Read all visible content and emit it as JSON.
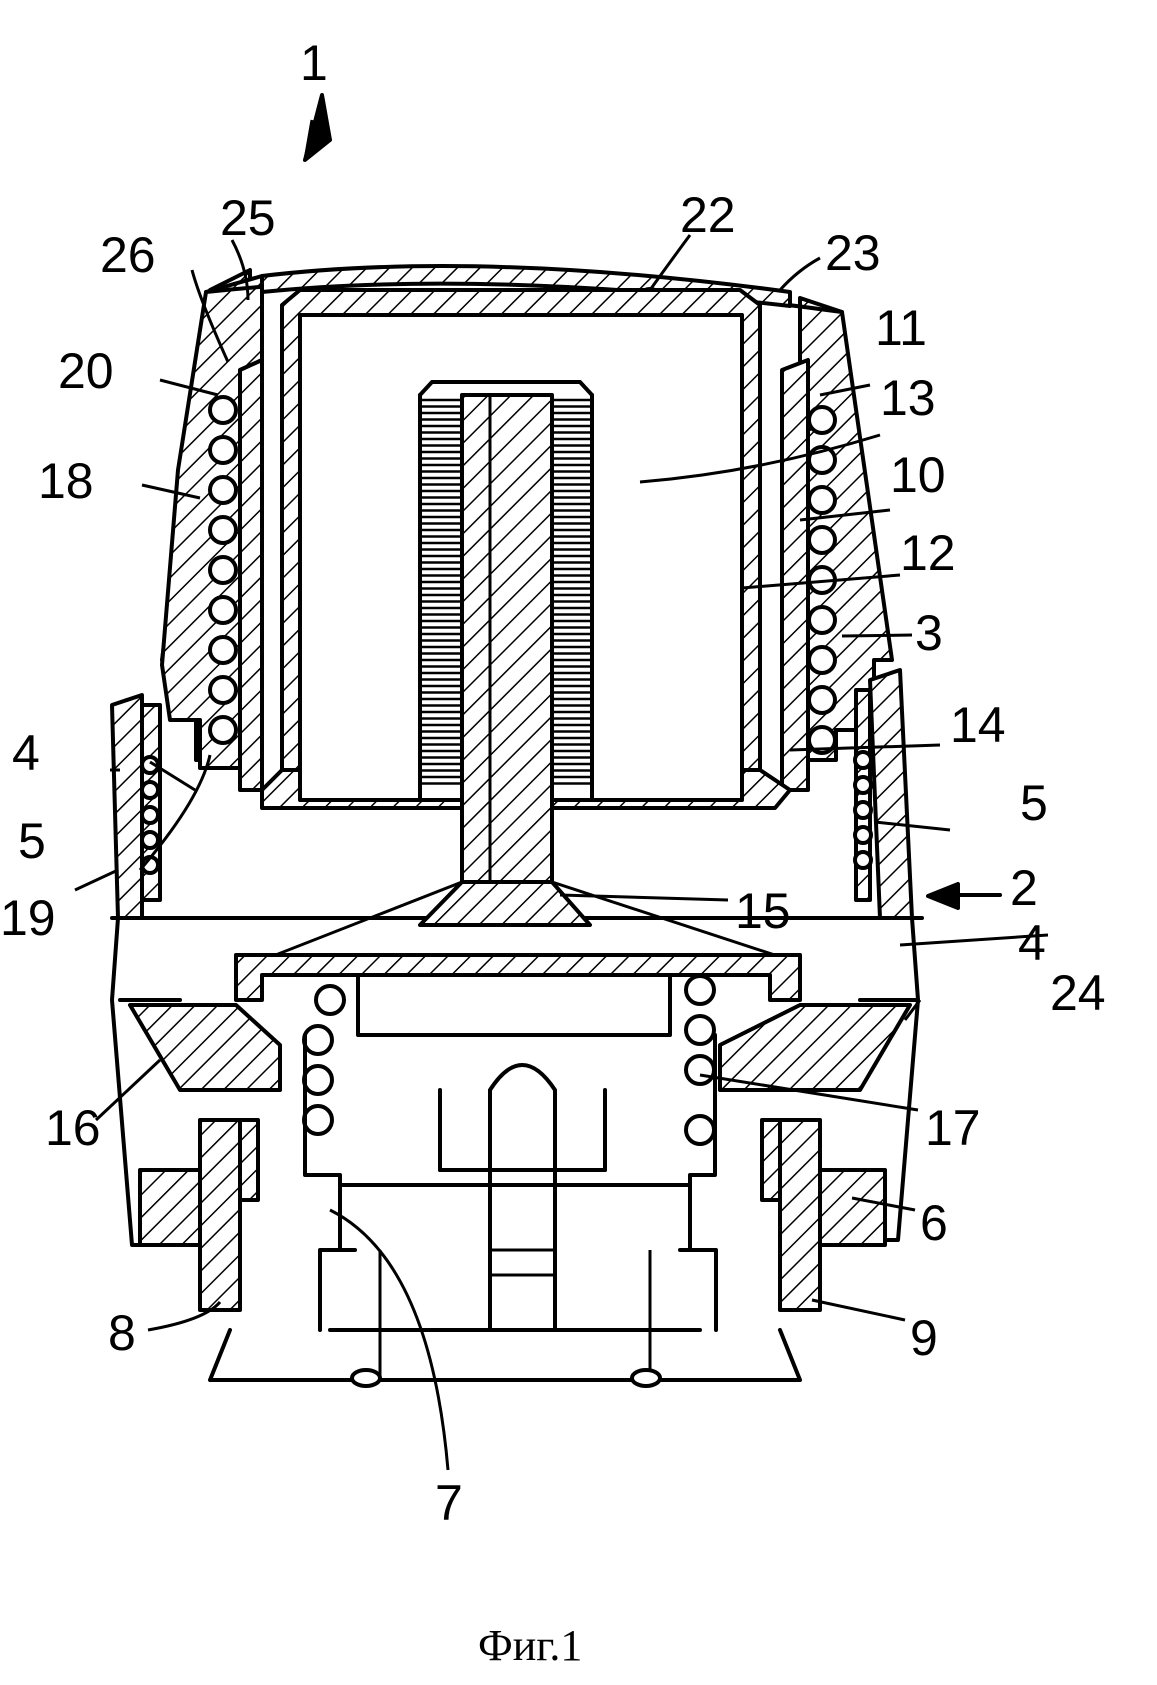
{
  "caption": "Фиг.1",
  "labels": {
    "l1": "1",
    "l2": "2",
    "l3": "3",
    "l4a": "4",
    "l4b": "4",
    "l5a": "5",
    "l5b": "5",
    "l6": "6",
    "l7": "7",
    "l8": "8",
    "l9": "9",
    "l10": "10",
    "l11": "11",
    "l12": "12",
    "l13": "13",
    "l14": "14",
    "l15": "15",
    "l16": "16",
    "l17": "17",
    "l18": "18",
    "l19": "19",
    "l20": "20",
    "l22": "22",
    "l23": "23",
    "l24": "24",
    "l25": "25",
    "l26": "26"
  }
}
